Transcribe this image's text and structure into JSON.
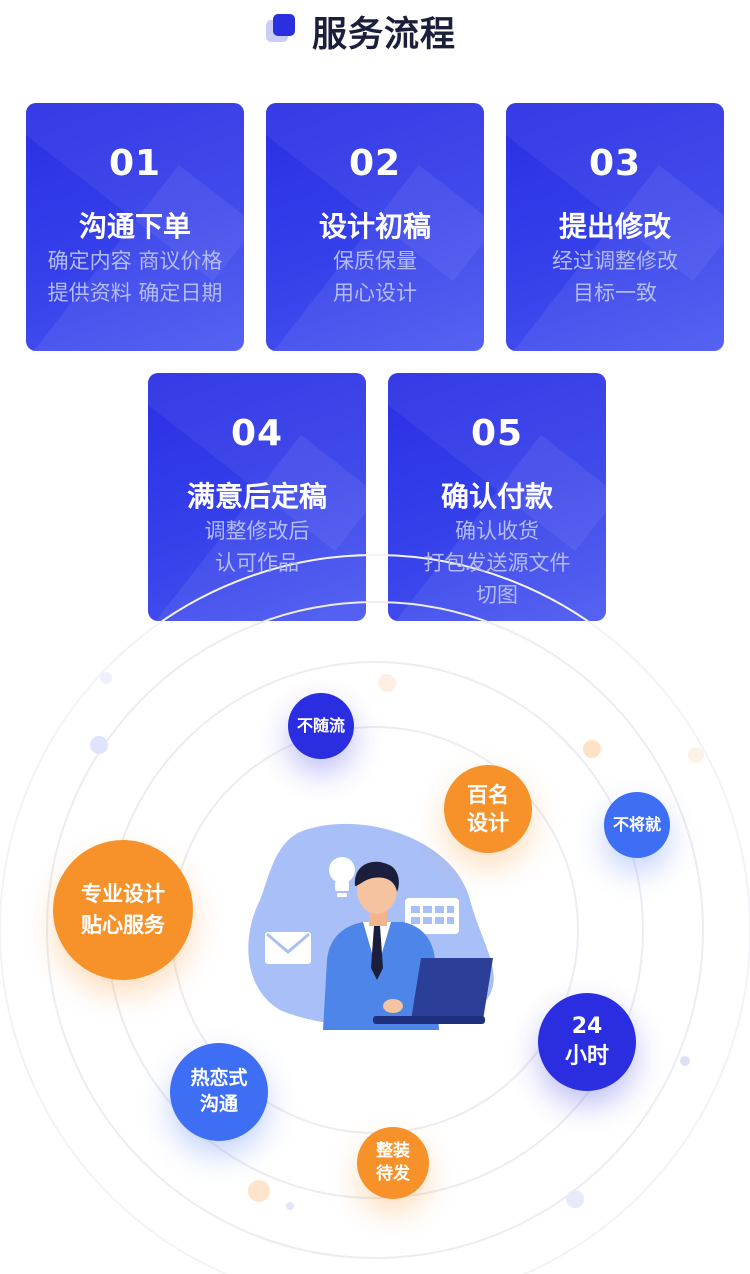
{
  "header": {
    "title": "服务流程",
    "subtitle": "Service Items"
  },
  "steps": [
    {
      "num": "01",
      "title": "沟通下单",
      "desc": [
        "确定内容 商议价格",
        "提供资料 确定日期"
      ]
    },
    {
      "num": "02",
      "title": "设计初稿",
      "desc": [
        "保质保量",
        "用心设计"
      ]
    },
    {
      "num": "03",
      "title": "提出修改",
      "desc": [
        "经过调整修改",
        "目标一致"
      ]
    },
    {
      "num": "04",
      "title": "满意后定稿",
      "desc": [
        "调整修改后",
        "认可作品"
      ]
    },
    {
      "num": "05",
      "title": "确认付款",
      "desc": [
        "确认收货",
        "打包发送源文件",
        "切图"
      ]
    }
  ],
  "bubbles": {
    "b1": [
      "不随流"
    ],
    "b2": [
      "百名",
      "设计"
    ],
    "b3": [
      "不将就"
    ],
    "b4": [
      "专业设计",
      "贴心服务"
    ],
    "b5": [
      "24",
      "小时"
    ],
    "b6": [
      "热恋式",
      "沟通"
    ],
    "b7": [
      "整装",
      "待发"
    ]
  },
  "colors": {
    "card_blue": "#2a2fe4",
    "orange": "#f7922a",
    "navy": "#2a2de0",
    "blue": "#3e6ef3",
    "title_dark": "#1b1f3b"
  },
  "icons": [
    "lightbulb-icon",
    "mail-icon",
    "calendar-icon",
    "laptop-icon"
  ]
}
